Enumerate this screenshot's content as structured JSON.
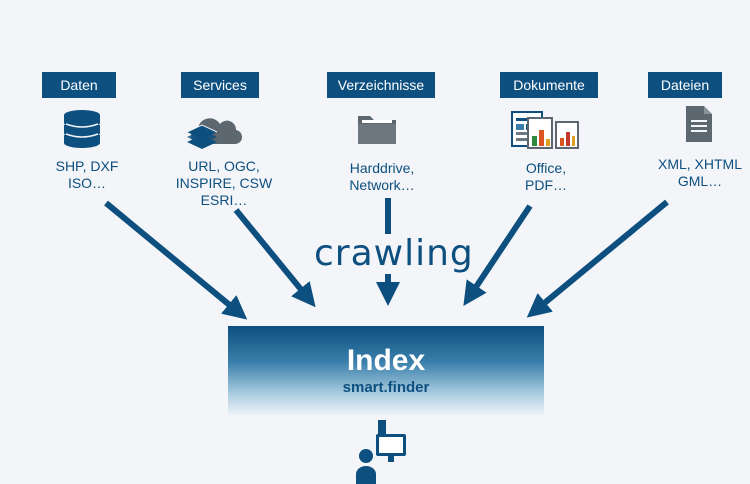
{
  "sources": [
    {
      "tag": "Daten",
      "line1": "SHP, DXF",
      "line2": "ISO…",
      "line3": "",
      "icon": "database-icon"
    },
    {
      "tag": "Services",
      "line1": "URL, OGC,",
      "line2": "INSPIRE, CSW",
      "line3": "ESRI…",
      "icon": "cloud-layers-icon"
    },
    {
      "tag": "Verzeichnisse",
      "line1": "Harddrive,",
      "line2": "Network…",
      "line3": "",
      "icon": "folder-icon"
    },
    {
      "tag": "Dokumente",
      "line1": "Office,",
      "line2": "PDF…",
      "line3": "",
      "icon": "documents-icon"
    },
    {
      "tag": "Dateien",
      "line1": "XML, XHTML",
      "line2": "GML…",
      "line3": "",
      "icon": "file-icon"
    }
  ],
  "process_label": "crawling",
  "index": {
    "title": "Index",
    "subtitle": "smart.finder"
  },
  "user_icon": "user-at-computer-icon",
  "colors": {
    "primary": "#0d4f7f",
    "icon_gray": "#5d6770",
    "background": "#f3f5f9"
  }
}
